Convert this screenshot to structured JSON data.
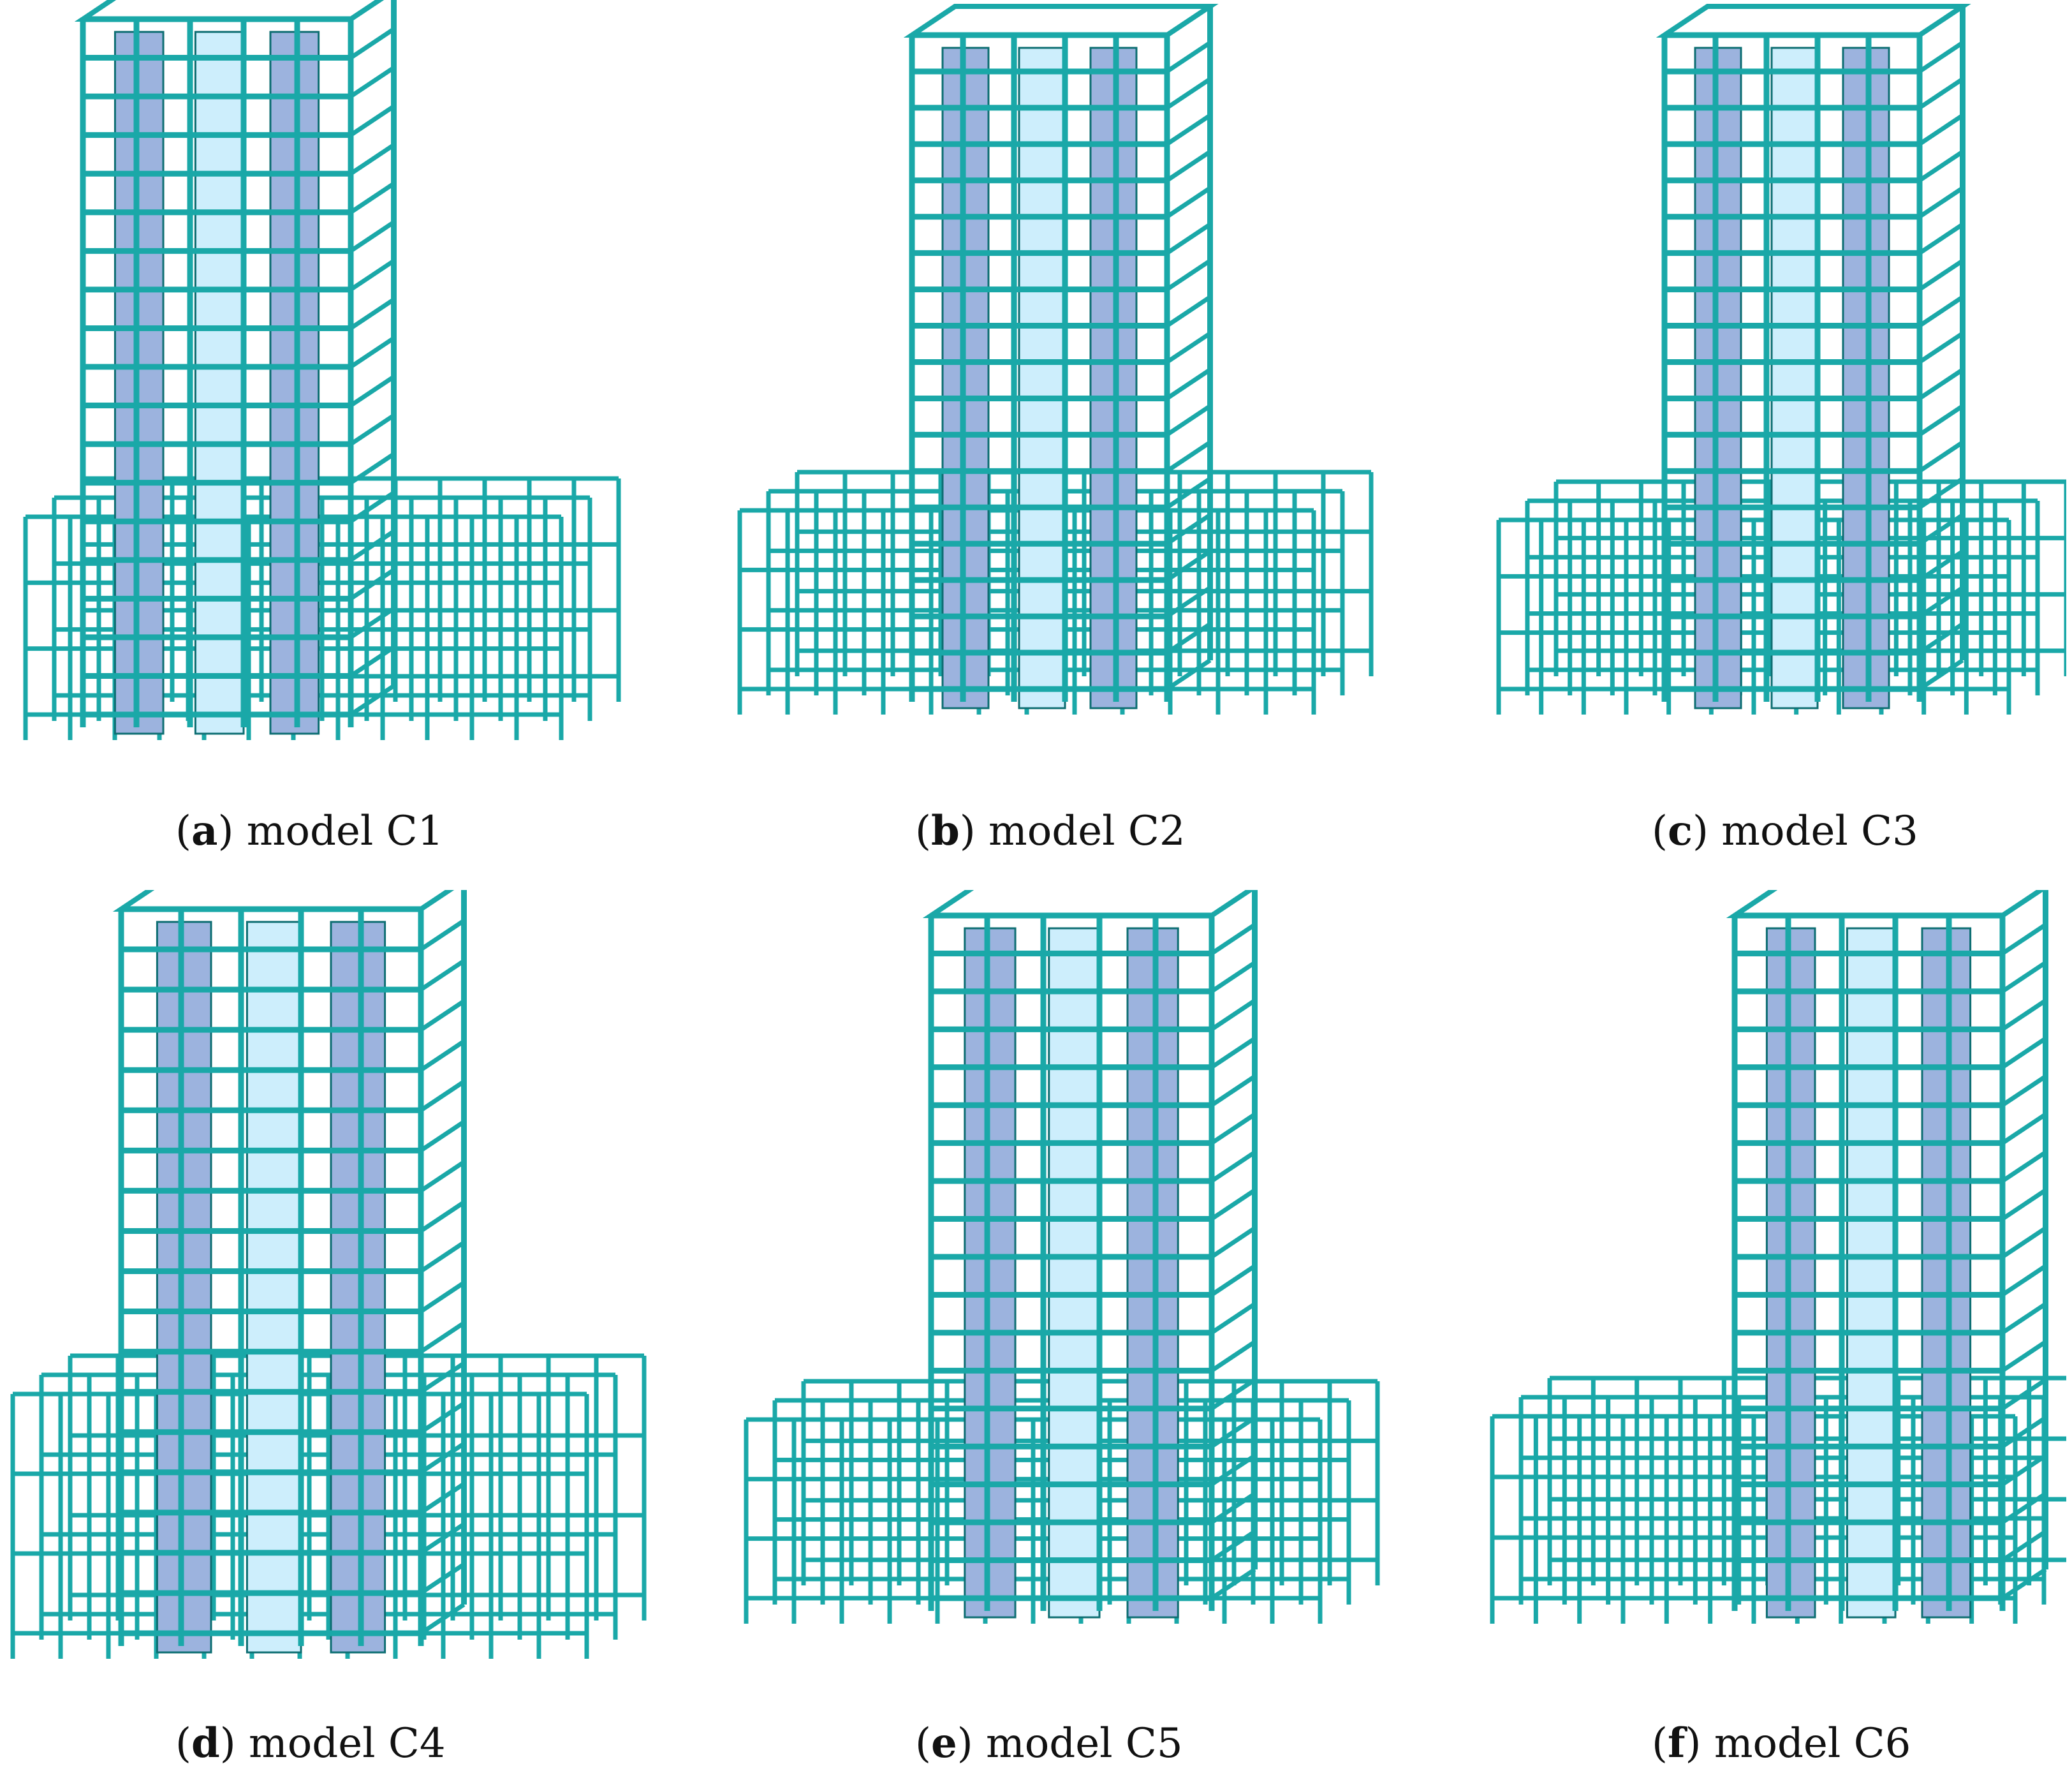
{
  "figure": {
    "colors": {
      "frame": "#1aa8a8",
      "frame_dark": "#0d6e72",
      "wall_dark": "#9cb3de",
      "wall_light": "#cdeefc",
      "background": "#ffffff"
    },
    "panels": [
      {
        "id": "a",
        "letter": "a",
        "label": " model C1",
        "podium": "left-and-back",
        "storeys": 18,
        "podium_storeys": 3
      },
      {
        "id": "b",
        "letter": "b",
        "label": " model C2",
        "podium": "surround",
        "storeys": 18,
        "podium_storeys": 3
      },
      {
        "id": "c",
        "letter": "c",
        "label": " model C3",
        "podium": "front-left",
        "storeys": 18,
        "podium_storeys": 3
      },
      {
        "id": "d",
        "letter": "d",
        "label": " model C4",
        "podium": "left-and-back",
        "storeys": 18,
        "podium_storeys": 3
      },
      {
        "id": "e",
        "letter": "e",
        "label": " model C5",
        "podium": "surround",
        "storeys": 18,
        "podium_storeys": 3
      },
      {
        "id": "f",
        "letter": "f",
        "label": " model C6",
        "podium": "front-left",
        "storeys": 18,
        "podium_storeys": 3
      }
    ]
  }
}
